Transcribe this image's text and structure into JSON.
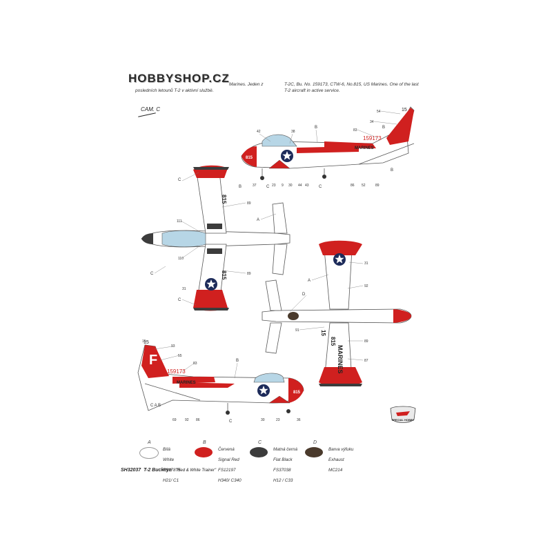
{
  "watermark": "HOBBYSHOP.CZ",
  "description_cz": [
    "Marines. Jeden z",
    "posledních letounů T-2 v aktivní službě."
  ],
  "description_en": [
    "T-2C, Bu. No. 159173, CTW-6, No.815, US Marines. One of the last",
    "T-2 aircraft in active service."
  ],
  "camo_label": "CAM. C",
  "markings": {
    "tail_letter": "F",
    "tail_number": "15",
    "bureau_number": "159173",
    "marines": "MARINES",
    "nose_number": "815"
  },
  "callouts": {
    "side1": [
      "54",
      "34",
      "83",
      "42",
      "38",
      "B",
      "B",
      "C",
      "B",
      "37",
      "23",
      "9",
      "30",
      "44",
      "43",
      "C",
      "86",
      "52",
      "89",
      "B"
    ],
    "top": [
      "C",
      "89",
      "111",
      "A",
      "110",
      "89",
      "C",
      "31",
      "C"
    ],
    "bottom": [
      "A",
      "31",
      "92",
      "D",
      "91",
      "89",
      "87"
    ],
    "side2": [
      "15",
      "93",
      "55",
      "83",
      "B",
      "C A B",
      "69",
      "92",
      "86",
      "C",
      "30",
      "23",
      "36"
    ]
  },
  "legend": [
    {
      "letter": "A",
      "lines": [
        "Bílá",
        "White",
        "FS17875",
        "H21/ C1"
      ],
      "color": "#ffffff"
    },
    {
      "letter": "B",
      "lines": [
        "Červená",
        "Signal Red",
        "FS12197",
        "H340/ C340"
      ],
      "color": "#d0201f"
    },
    {
      "letter": "C",
      "lines": [
        "Matná černá",
        "Flat Black",
        "FS37038",
        "H12 / C33"
      ],
      "color": "#3c3c3c"
    },
    {
      "letter": "D",
      "lines": [
        "Barva výfuku",
        "Exhaust",
        "MC214"
      ],
      "color": "#4a3a2c"
    }
  ],
  "product_code": "SH32037",
  "product_name": "T-2 Buckeye",
  "product_subtitle": "\"Red & White Trainer\"",
  "logo_text": "SPECIAL HOBBY",
  "colors": {
    "red": "#d0201f",
    "black": "#3c3c3c",
    "white": "#ffffff",
    "gray": "#c9c9c9",
    "canopy": "#b7d6e6",
    "exhaust": "#4a3a2c"
  }
}
